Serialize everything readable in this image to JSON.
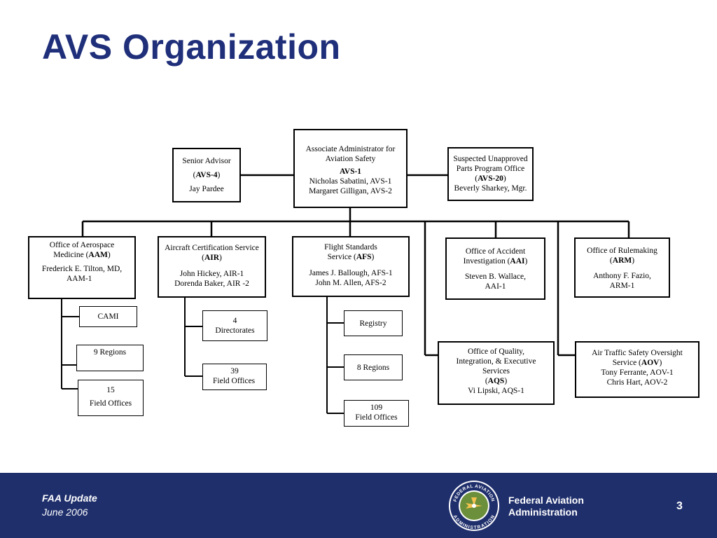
{
  "title": "AVS Organization",
  "boxes": {
    "avs1": {
      "l1": "Associate Administrator for",
      "l2": "Aviation Safety",
      "l3": "AVS-1",
      "l4": "Nicholas Sabatini, AVS-1",
      "l5": "Margaret Gilligan, AVS-2"
    },
    "senior": {
      "l1": "Senior Advisor",
      "l2a": "(",
      "l2b": "AVS-4",
      "l2c": ")",
      "l3": "Jay Pardee"
    },
    "sup": {
      "l1": "Suspected Unapproved",
      "l2": "Parts Program Office",
      "l3a": "(",
      "l3b": "AVS-20",
      "l3c": ")",
      "l4": "Beverly Sharkey, Mgr."
    },
    "aam": {
      "l1": "Office of Aerospace",
      "l2a": "Medicine (",
      "l2b": "AAM",
      "l2c": ")",
      "l3": "Frederick E. Tilton, MD,",
      "l4": "AAM-1"
    },
    "air": {
      "l1": "Aircraft Certification Service",
      "l2a": "(",
      "l2b": "AIR",
      "l2c": ")",
      "l3": "John Hickey, AIR-1",
      "l4": "Dorenda Baker, AIR  -2"
    },
    "afs": {
      "l1": "Flight Standards",
      "l2a": "Service (",
      "l2b": "AFS",
      "l2c": ")",
      "l3": "James J. Ballough, AFS-1",
      "l4": "John M. Allen, AFS-2"
    },
    "aai": {
      "l1": "Office of Accident",
      "l2a": "Investigation (",
      "l2b": "AAI",
      "l2c": ")",
      "l3": "Steven B. Wallace,",
      "l4": "AAI-1"
    },
    "arm": {
      "l1": "Office of Rulemaking",
      "l2a": "(",
      "l2b": "ARM",
      "l2c": ")",
      "l3": "Anthony F. Fazio,",
      "l4": "ARM-1"
    },
    "aqs": {
      "l1": "Office of Quality,",
      "l2": "Integration, & Executive",
      "l3": "Services",
      "l4a": "(",
      "l4b": "AQS",
      "l4c": ")",
      "l5": "Vi Lipski, AQS-1"
    },
    "aov": {
      "l1": "Air Traffic Safety Oversight",
      "l2a": "Service (",
      "l2b": "AOV",
      "l2c": ")",
      "l3": "Tony Ferrante, AOV-1",
      "l4": "Chris Hart, AOV-2"
    },
    "cami": {
      "l1": "CAMI"
    },
    "regions9": {
      "l1": "9 Regions"
    },
    "fo15": {
      "l1": "15",
      "l2": "Field Offices"
    },
    "dir4": {
      "l1": "4",
      "l2": "Directorates"
    },
    "fo39": {
      "l1": "39",
      "l2": "Field Offices"
    },
    "registry": {
      "l1": "Registry"
    },
    "regions8": {
      "l1": "8 Regions"
    },
    "fo109": {
      "l1": "109",
      "l2": "Field Offices"
    }
  },
  "footer": {
    "title": "FAA Update",
    "date": "June 2006",
    "agency_l1": "Federal Aviation",
    "agency_l2": "Administration",
    "page": "3",
    "seal_top": "FEDERAL AVIATION",
    "seal_bottom": "ADMINISTRATION"
  },
  "colors": {
    "title": "#1f2f7a",
    "footer": "#1f2f6c",
    "seal_green": "#6b8f3a",
    "seal_navy": "#1f2f6c"
  }
}
